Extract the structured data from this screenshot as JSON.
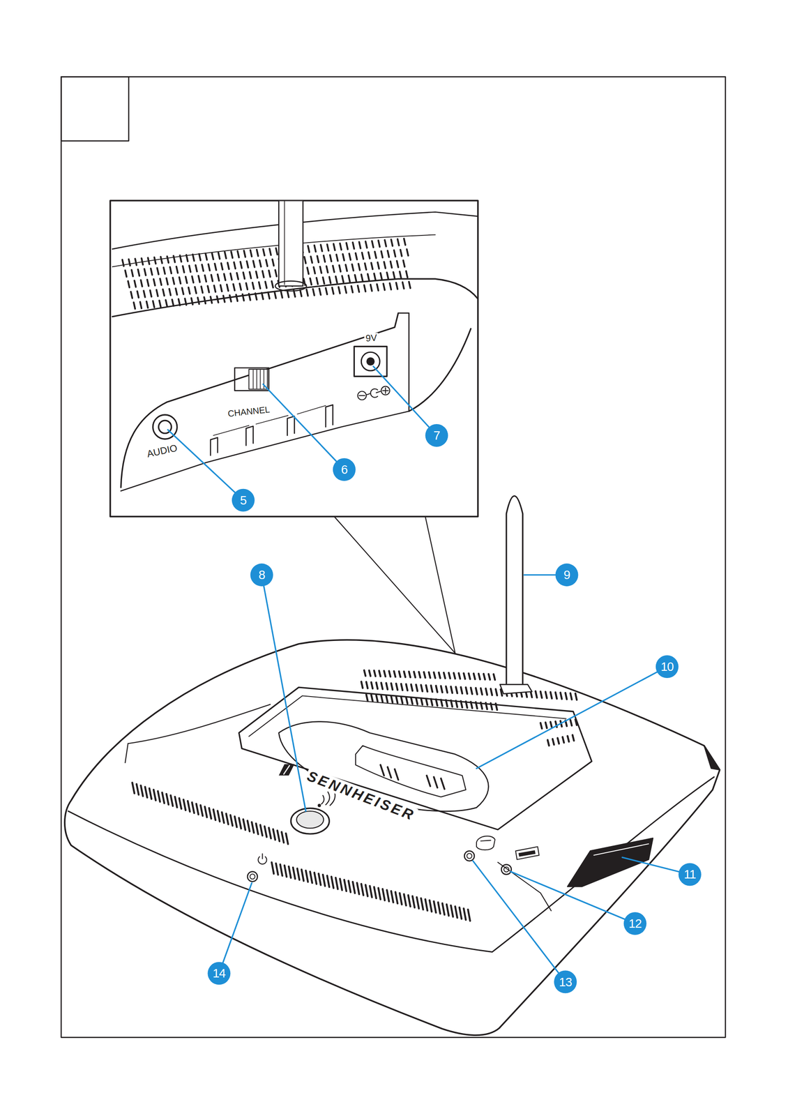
{
  "diagram": {
    "labels": [
      "9V",
      "CHANNEL",
      "AUDIO",
      "7",
      "6",
      "5",
      "8",
      "9",
      "10",
      "SENNHEISER",
      "14",
      "13",
      "12",
      "11"
    ]
  }
}
